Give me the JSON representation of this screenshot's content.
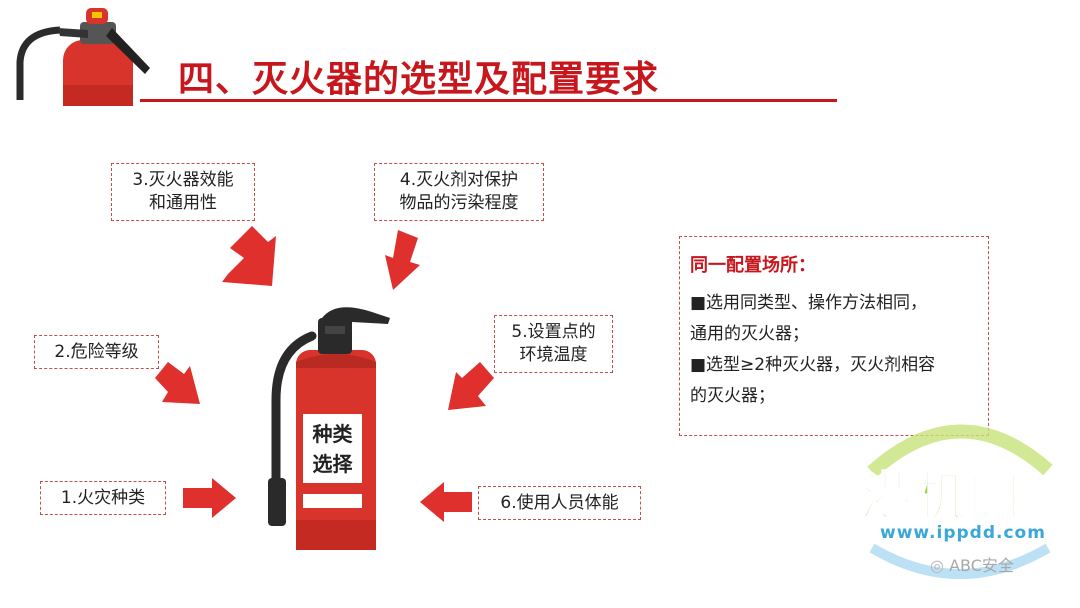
{
  "title": "四、灭火器的选型及配置要求",
  "factors": {
    "f1": "1.火灾种类",
    "f2": "2.危险等级",
    "f3": [
      "3.灭火器效能",
      "和通用性"
    ],
    "f4": [
      "4.灭火剂对保护",
      "物品的污染程度"
    ],
    "f5": [
      "5.设置点的",
      "环境温度"
    ],
    "f6": "6.使用人员体能"
  },
  "center": {
    "line1": "种类",
    "line2": "选择"
  },
  "info": {
    "heading": "同一配置场所：",
    "lines": [
      "■选用同类型、操作方法相同，",
      "通用的灭火器；",
      "■选型≥2种灭火器，灭火剂相容",
      "的灭火器；"
    ]
  },
  "watermark": {
    "main": "港机圈",
    "url": "www.ippdd.com",
    "abc": "ABC安全"
  },
  "colors": {
    "red": "#c8161d",
    "arrow": "#e0302d",
    "extinguisher": "#d9342b",
    "green": "#9cd14a",
    "blue": "#3aa7d8"
  },
  "icons": [
    "fire-extinguisher-icon",
    "arrow-icon",
    "wechat-icon"
  ]
}
